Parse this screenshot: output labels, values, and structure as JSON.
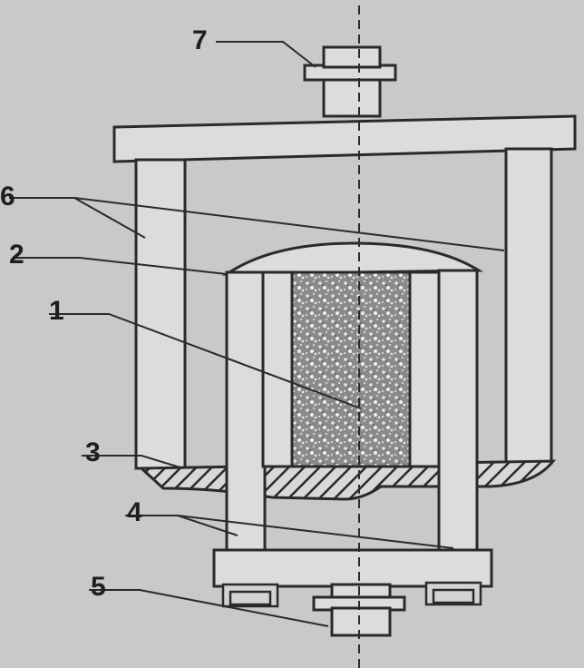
{
  "diagram": {
    "labels": {
      "sample": "1",
      "cylinder": "2",
      "base_plate": "3",
      "lower_rods": "4",
      "lower_nut": "5",
      "upper_rods": "6",
      "upper_nut": "7"
    },
    "colors": {
      "line": "#2a2a2a",
      "metal": "#dcdcde",
      "sample_fill": "#8a8a8c",
      "hatch": "#2a2a2a",
      "background": "#c9c9cb"
    }
  }
}
